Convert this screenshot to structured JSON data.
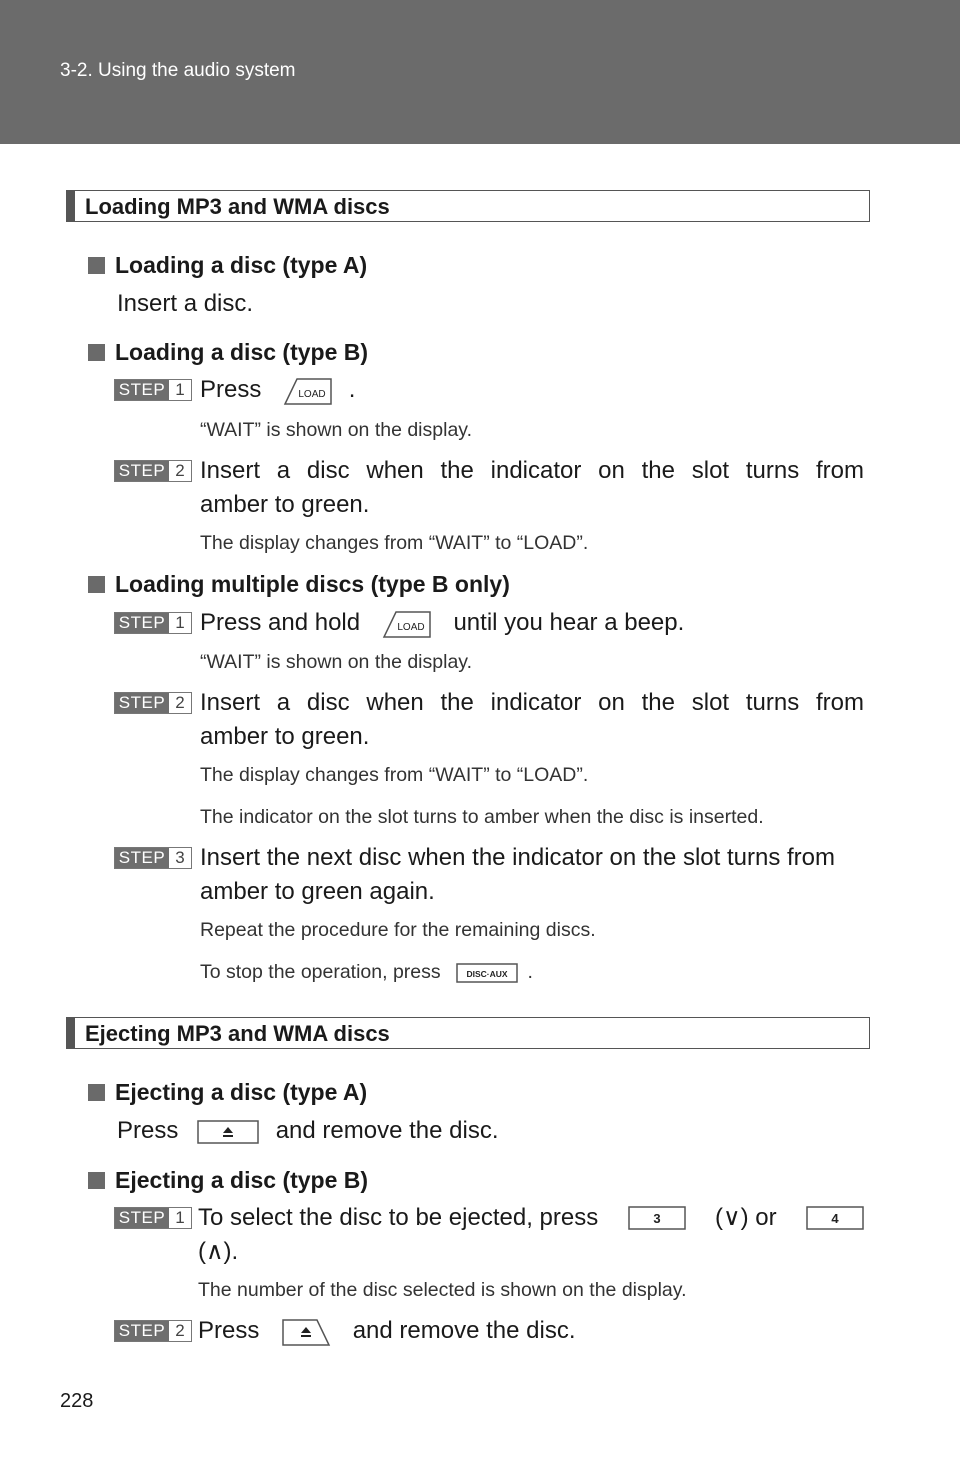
{
  "header": {
    "breadcrumb": "3-2. Using the audio system"
  },
  "sections": {
    "loading_title": "Loading MP3 and WMA discs",
    "ejecting_title": "Ejecting MP3 and WMA discs"
  },
  "loading": {
    "type_a_heading": "Loading a disc (type A)",
    "type_a_text": "Insert a disc.",
    "type_b_heading": "Loading a disc (type B)",
    "type_b_step1_pre": "Press",
    "type_b_step1_post": ".",
    "type_b_step1_note": "“WAIT” is shown on the display.",
    "type_b_step2_line1": "Insert a disc when the indicator on the slot turns from",
    "type_b_step2_line2": "amber to green.",
    "type_b_step2_note": "The display changes from “WAIT” to “LOAD”.",
    "multi_heading": "Loading multiple discs (type B only)",
    "multi_step1_pre": "Press and hold",
    "multi_step1_post": "until you hear a beep.",
    "multi_step1_note": "“WAIT” is shown on the display.",
    "multi_step2_line1": "Insert a disc when the indicator on the slot turns from",
    "multi_step2_line2": "amber to green.",
    "multi_step2_note1": "The display changes from “WAIT” to “LOAD”.",
    "multi_step2_note2": "The indicator on the slot turns to amber when the disc is inserted.",
    "multi_step3_line1": "Insert the next disc when the indicator on the slot turns from",
    "multi_step3_line2": "amber to green again.",
    "multi_step3_note1": "Repeat the procedure for the remaining discs.",
    "multi_step3_note2_pre": "To stop the operation, press",
    "multi_step3_note2_post": "."
  },
  "ejecting": {
    "type_a_heading": "Ejecting a disc (type A)",
    "type_a_pre": "Press",
    "type_a_post": "and remove the disc.",
    "type_b_heading": "Ejecting a disc (type B)",
    "type_b_step1_pre": "To select the disc to be ejected, press",
    "type_b_step1_mid1": "(∨) or",
    "type_b_step1_line2": "(∧).",
    "type_b_step1_note": "The number of the disc selected is shown on the display.",
    "type_b_step2_pre": "Press",
    "type_b_step2_post": "and remove the disc."
  },
  "buttons": {
    "load_label": "LOAD",
    "disc_aux_label": "DISC·AUX",
    "eject_symbol": "≜",
    "btn3_label": "3",
    "btn4_label": "4"
  },
  "steps": {
    "label": "STEP",
    "n1": "1",
    "n2": "2",
    "n3": "3"
  },
  "footer": {
    "page_number": "228"
  }
}
